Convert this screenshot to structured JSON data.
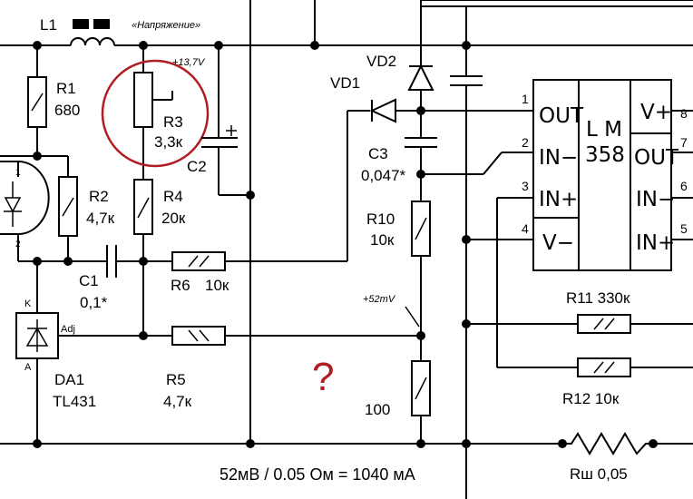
{
  "labels": {
    "L1": "L1",
    "voltage_note": "«Напряжение»",
    "v_137": "+13,7V",
    "R1_name": "R1",
    "R1_val": "680",
    "R2_name": "R2",
    "R2_val": "4,7к",
    "R3_name": "R3",
    "R3_val": "3,3к",
    "R4_name": "R4",
    "R4_val": "20к",
    "C1_name": "C1",
    "C1_val": "0,1*",
    "C2_name": "C2",
    "R6_name": "R6",
    "R6_val": "10к",
    "R5_name": "R5",
    "R5_val": "4,7к",
    "DA1_name": "DA1",
    "DA1_type": "TL431",
    "DA1_K": "K",
    "DA1_A": "A",
    "DA1_adj": "Adj",
    "opto_pin1": "1",
    "opto_pin2": "2",
    "VD1": "VD1",
    "VD2": "VD2",
    "C3_name": "C3",
    "C3_val": "0,047*",
    "R10_name": "R10",
    "R10_val": "10к",
    "v_52": "+52mV",
    "R_100": "100",
    "question": "?",
    "formula": "52мВ / 0.05 Ом = 1040 мА",
    "R11": "R11  330к",
    "R12": "R12  10к",
    "Rsh": "Rш  0,05",
    "chip_L": "L M",
    "chip_N": "358",
    "pin_1": "1",
    "pin_2": "2",
    "pin_3": "3",
    "pin_4": "4",
    "pin_5": "5",
    "pin_6": "6",
    "pin_7": "7",
    "pin_8": "8",
    "pin_OUT_a": "OUT",
    "pin_INm_a": "IN−",
    "pin_INp_a": "IN+",
    "pin_Vm": "V−",
    "pin_Vp": "V+",
    "pin_OUT_b": "OUT",
    "pin_INm_b": "IN−",
    "pin_INp_b": "IN+"
  },
  "colors": {
    "line": "#000000",
    "highlight": "#b01e23",
    "background": "#ffffff"
  }
}
